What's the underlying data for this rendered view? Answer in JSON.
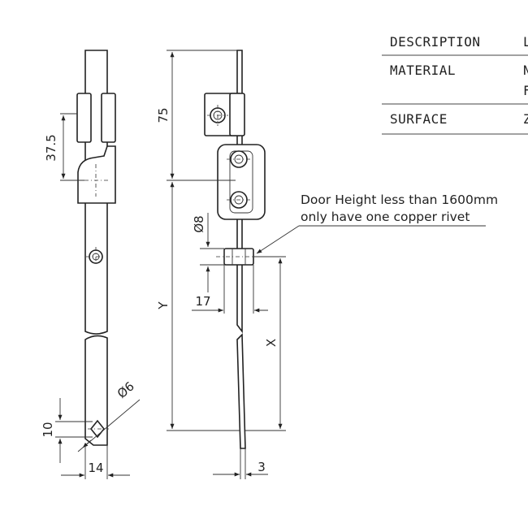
{
  "table": {
    "rows": [
      {
        "label": "DESCRIPTION",
        "value": "L"
      },
      {
        "label": "MATERIAL",
        "value": "N",
        "value2": "F"
      },
      {
        "label": "SURFACE",
        "value": "Z"
      }
    ]
  },
  "dimensions": {
    "d75": "75",
    "d37_5": "37.5",
    "dY": "Y",
    "dX": "X",
    "d17": "17",
    "d8": "Ø8",
    "d6": "Ø6",
    "d10": "10",
    "d14": "14",
    "d3": "3"
  },
  "note": {
    "line1": "Door Height less than 1600mm",
    "line2": "only have one copper rivet"
  }
}
